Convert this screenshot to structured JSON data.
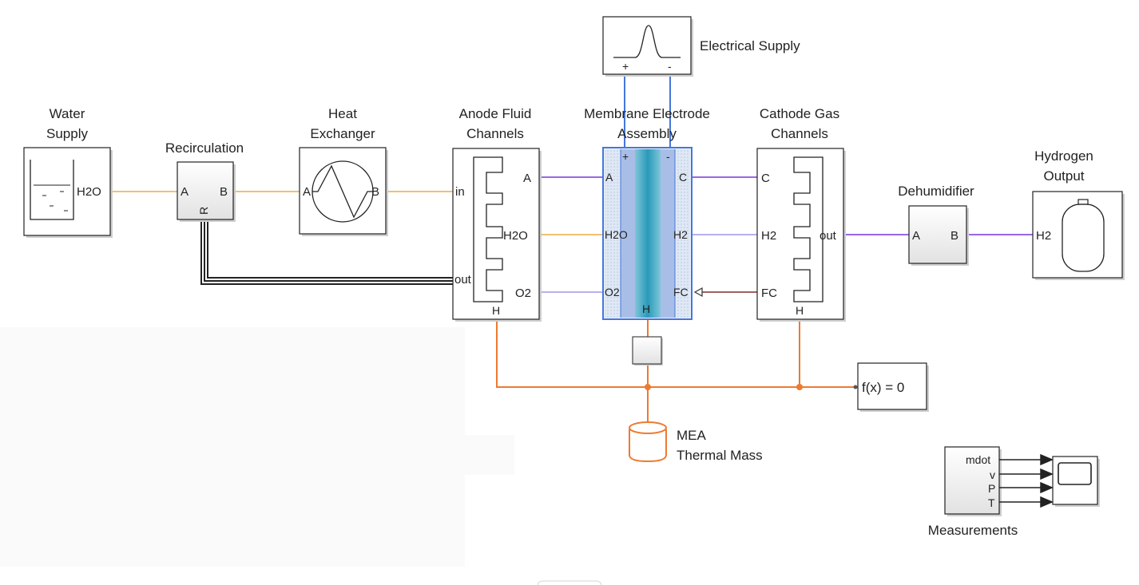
{
  "blocks": {
    "electrical_supply": "Electrical Supply",
    "water_supply": [
      "Water",
      "Supply"
    ],
    "recirculation": "Recirculation",
    "heat_exchanger": [
      "Heat",
      "Exchanger"
    ],
    "anode": [
      "Anode Fluid",
      "Channels"
    ],
    "mea": [
      "Membrane Electrode",
      "Assembly"
    ],
    "cathode": [
      "Cathode Gas",
      "Channels"
    ],
    "dehumidifier": "Dehumidifier",
    "hydrogen_output": [
      "Hydrogen",
      "Output"
    ],
    "solver": "f(x) = 0",
    "thermal_mass": [
      "MEA",
      "Thermal Mass"
    ],
    "measurements": "Measurements"
  },
  "ports": {
    "water_h2o": "H2O",
    "recirc_a": "A",
    "recirc_b": "B",
    "recirc_r": "R",
    "hx_a": "A",
    "hx_b": "B",
    "anode_in": "in",
    "anode_out": "out",
    "anode_a": "A",
    "anode_h2o": "H2O",
    "anode_o2": "O2",
    "anode_h": "H",
    "mea_plus": "+",
    "mea_minus": "-",
    "mea_a": "A",
    "mea_h2o": "H2O",
    "mea_o2": "O2",
    "mea_c": "C",
    "mea_h2": "H2",
    "mea_fc": "FC",
    "mea_h": "H",
    "cath_c": "C",
    "cath_h2": "H2",
    "cath_fc": "FC",
    "cath_out": "out",
    "cath_h": "H",
    "dehum_a": "A",
    "dehum_b": "B",
    "h2out_h2": "H2",
    "supply_plus": "+",
    "supply_minus": "-",
    "meas_mdot": "mdot",
    "meas_v": "v",
    "meas_p": "P",
    "meas_t": "T"
  },
  "colors": {
    "water_line": "#f0c070",
    "gas_line": "#9966e6",
    "light_gas_line": "#b8b0ee",
    "thermal_line": "#ee7a30",
    "electrical_line": "#4477dd",
    "signal_line": "#a06060",
    "mechanical_line": "#222222"
  }
}
